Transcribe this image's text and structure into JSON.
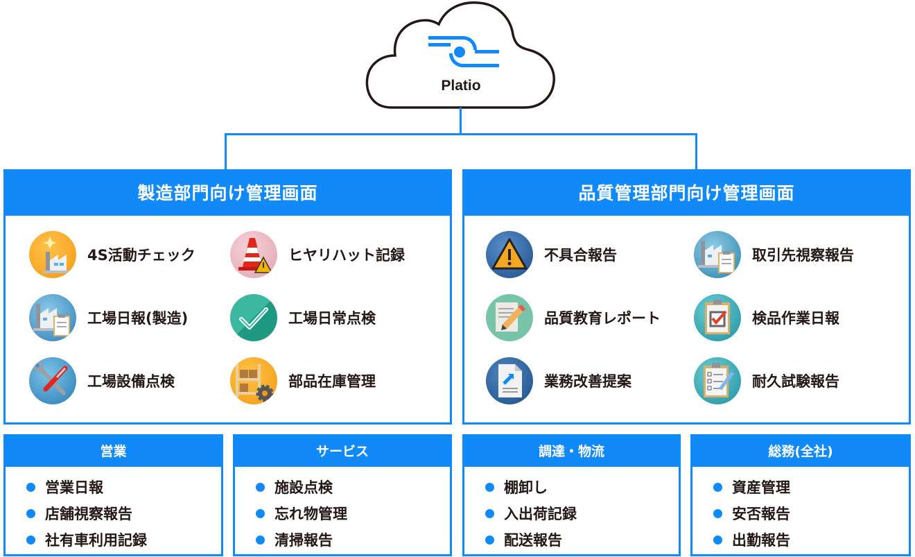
{
  "cloud": {
    "brand": "Platio",
    "logo_color": "#1189f8"
  },
  "colors": {
    "accent": "#1189f8",
    "text": "#231815"
  },
  "panels": {
    "manufacturing": {
      "title": "製造部門向け管理画面",
      "items": [
        {
          "label": "4S活動チェック",
          "icon": "factory-sparkle-icon"
        },
        {
          "label": "ヒヤリハット記録",
          "icon": "traffic-cone-warning-icon"
        },
        {
          "label": "工場日報(製造)",
          "icon": "factory-clipboard-icon"
        },
        {
          "label": "工場日常点検",
          "icon": "checkmark-icon"
        },
        {
          "label": "工場設備点検",
          "icon": "wrench-screwdriver-icon"
        },
        {
          "label": "部品在庫管理",
          "icon": "shelf-gear-icon"
        }
      ]
    },
    "quality": {
      "title": "品質管理部門向け管理画面",
      "items": [
        {
          "label": "不具合報告",
          "icon": "warning-icon"
        },
        {
          "label": "取引先視察報告",
          "icon": "factory-clipboard-icon"
        },
        {
          "label": "品質教育レポート",
          "icon": "document-pencil-icon"
        },
        {
          "label": "検品作業日報",
          "icon": "clipboard-check-icon"
        },
        {
          "label": "業務改善提案",
          "icon": "document-arrow-icon"
        },
        {
          "label": "耐久試験報告",
          "icon": "clipboard-checklist-icon"
        }
      ]
    }
  },
  "departments": [
    {
      "title": "営業",
      "items": [
        "営業日報",
        "店舗視察報告",
        "社有車利用記録"
      ]
    },
    {
      "title": "サービス",
      "items": [
        "施設点検",
        "忘れ物管理",
        "清掃報告"
      ]
    },
    {
      "title": "調達・物流",
      "items": [
        "棚卸し",
        "入出荷記録",
        "配送報告"
      ]
    },
    {
      "title": "総務(全社)",
      "items": [
        "資産管理",
        "安否報告",
        "出勤報告"
      ]
    }
  ]
}
